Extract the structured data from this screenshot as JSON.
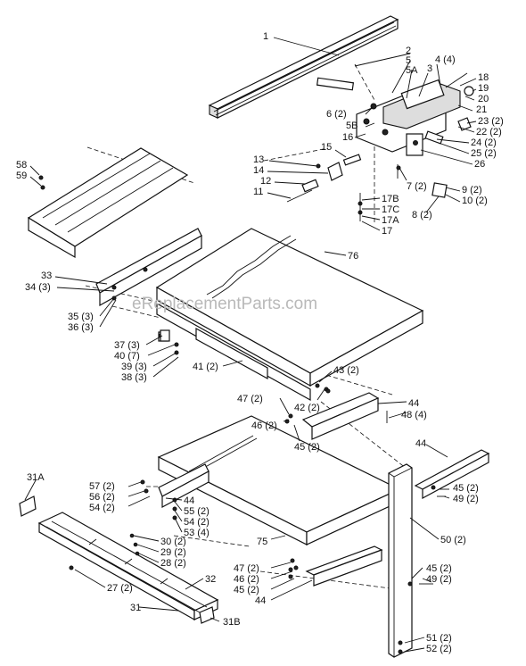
{
  "watermark": "eReplacementParts.com",
  "labels": [
    {
      "id": "l1",
      "text": "1"
    },
    {
      "id": "l2",
      "text": "2"
    },
    {
      "id": "l5",
      "text": "5"
    },
    {
      "id": "l5a",
      "text": "5A"
    },
    {
      "id": "l3",
      "text": "3"
    },
    {
      "id": "l4",
      "text": "4 (4)"
    },
    {
      "id": "l18",
      "text": "18"
    },
    {
      "id": "l19",
      "text": "19"
    },
    {
      "id": "l20",
      "text": "20"
    },
    {
      "id": "l21",
      "text": "21"
    },
    {
      "id": "l23",
      "text": "23 (2)"
    },
    {
      "id": "l22",
      "text": "22 (2)"
    },
    {
      "id": "l24",
      "text": "24 (2)"
    },
    {
      "id": "l25",
      "text": "25 (2)"
    },
    {
      "id": "l26",
      "text": "26"
    },
    {
      "id": "l6",
      "text": "6 (2)"
    },
    {
      "id": "l5b",
      "text": "5B"
    },
    {
      "id": "l16",
      "text": "16"
    },
    {
      "id": "l15",
      "text": "15"
    },
    {
      "id": "l13",
      "text": "13"
    },
    {
      "id": "l14",
      "text": "14"
    },
    {
      "id": "l12",
      "text": "12"
    },
    {
      "id": "l11",
      "text": "11"
    },
    {
      "id": "l7",
      "text": "7 (2)"
    },
    {
      "id": "l9",
      "text": "9 (2)"
    },
    {
      "id": "l10",
      "text": "10 (2)"
    },
    {
      "id": "l8",
      "text": "8 (2)"
    },
    {
      "id": "l17b",
      "text": "17B"
    },
    {
      "id": "l17c",
      "text": "17C"
    },
    {
      "id": "l17a",
      "text": "17A"
    },
    {
      "id": "l17",
      "text": "17"
    },
    {
      "id": "l58",
      "text": "58"
    },
    {
      "id": "l59",
      "text": "59"
    },
    {
      "id": "l76",
      "text": "76"
    },
    {
      "id": "l33",
      "text": "33"
    },
    {
      "id": "l34",
      "text": "34 (3)"
    },
    {
      "id": "l35",
      "text": "35 (3)"
    },
    {
      "id": "l36",
      "text": "36 (3)"
    },
    {
      "id": "l37",
      "text": "37 (3)"
    },
    {
      "id": "l40",
      "text": "40 (7)"
    },
    {
      "id": "l39",
      "text": "39 (3)"
    },
    {
      "id": "l38",
      "text": "38 (3)"
    },
    {
      "id": "l41",
      "text": "41 (2)"
    },
    {
      "id": "l43",
      "text": "43 (2)"
    },
    {
      "id": "l42",
      "text": "42 (2)"
    },
    {
      "id": "l47a",
      "text": "47 (2)"
    },
    {
      "id": "l46a",
      "text": "46 (2)"
    },
    {
      "id": "l45a",
      "text": "45 (2)"
    },
    {
      "id": "l44a",
      "text": "44"
    },
    {
      "id": "l48",
      "text": "48 (4)"
    },
    {
      "id": "l44b",
      "text": "44"
    },
    {
      "id": "l45b",
      "text": "45 (2)"
    },
    {
      "id": "l49a",
      "text": "49 (2)"
    },
    {
      "id": "l31a",
      "text": "31A"
    },
    {
      "id": "l57",
      "text": "57 (2)"
    },
    {
      "id": "l56",
      "text": "56 (2)"
    },
    {
      "id": "l54a",
      "text": "54 (2)"
    },
    {
      "id": "l44c",
      "text": "44"
    },
    {
      "id": "l55",
      "text": "55 (2)"
    },
    {
      "id": "l54b",
      "text": "54 (2)"
    },
    {
      "id": "l53",
      "text": "53 (4)"
    },
    {
      "id": "l75",
      "text": "75"
    },
    {
      "id": "l30",
      "text": "30 (2)"
    },
    {
      "id": "l29",
      "text": "29 (2)"
    },
    {
      "id": "l28",
      "text": "28 (2)"
    },
    {
      "id": "l50",
      "text": "50 (2)"
    },
    {
      "id": "l27",
      "text": "27 (2)"
    },
    {
      "id": "l32",
      "text": "32"
    },
    {
      "id": "l47b",
      "text": "47 (2)"
    },
    {
      "id": "l46b",
      "text": "46 (2)"
    },
    {
      "id": "l45c",
      "text": "45 (2)"
    },
    {
      "id": "l44d",
      "text": "44"
    },
    {
      "id": "l45d",
      "text": "45 (2)"
    },
    {
      "id": "l49b",
      "text": "49 (2)"
    },
    {
      "id": "l31",
      "text": "31"
    },
    {
      "id": "l31b",
      "text": "31B"
    },
    {
      "id": "l51",
      "text": "51 (2)"
    },
    {
      "id": "l52",
      "text": "52 (2)"
    }
  ]
}
